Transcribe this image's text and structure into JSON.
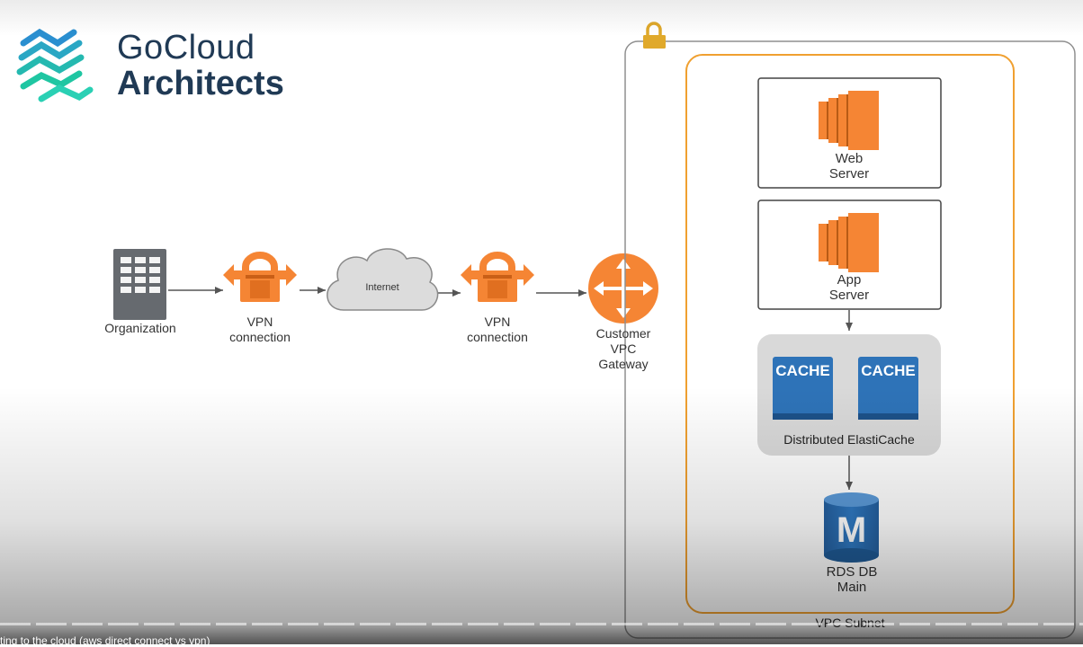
{
  "logo": {
    "line1": "GoCloud",
    "line2": "Architects"
  },
  "nodes": {
    "organization": "Organization",
    "vpn1_line1": "VPN",
    "vpn1_line2": "connection",
    "internet": "Internet",
    "vpn2_line1": "VPN",
    "vpn2_line2": "connection",
    "gateway_line1": "Customer",
    "gateway_line2": "VPC",
    "gateway_line3": "Gateway"
  },
  "vpc": {
    "subnet_label": "VPC Subnet",
    "web_line1": "Web",
    "web_line2": "Server",
    "app_line1": "App",
    "app_line2": "Server",
    "cache1": "CACHE",
    "cache2": "CACHE",
    "cache_group": "Distributed ElastiCache",
    "rds_letter": "M",
    "rds_line1": "RDS DB",
    "rds_line2": "Main"
  },
  "footer": {
    "text": "ting to the cloud (aws direct connect vs vpn)"
  },
  "colors": {
    "aws_orange": "#f58534",
    "cache_blue": "#2e73b8",
    "subnet_orange": "#f0a030",
    "lock_gold": "#e0a92b",
    "logo_navy": "#203a55"
  }
}
